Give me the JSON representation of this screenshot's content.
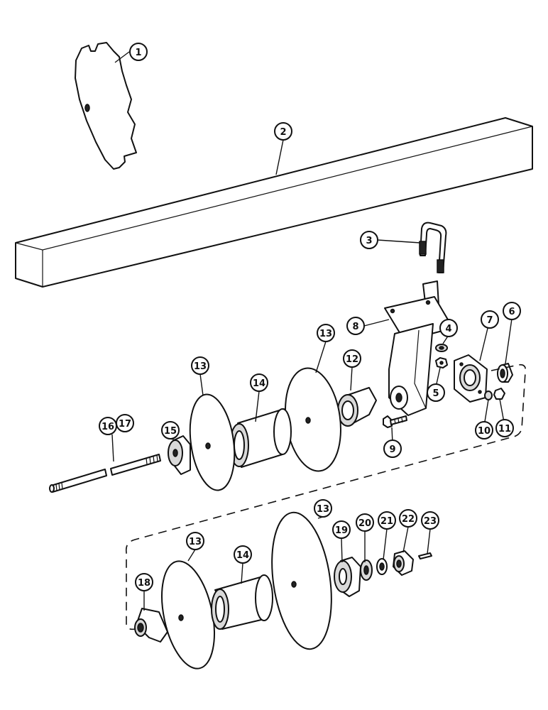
{
  "callouts": {
    "c1": "1",
    "c2": "2",
    "c3": "3",
    "c4": "4",
    "c5": "5",
    "c6": "6",
    "c7": "7",
    "c8": "8",
    "c9": "9",
    "c10": "10",
    "c11": "11",
    "c12": "12",
    "c13a": "13",
    "c13b": "13",
    "c13c": "13",
    "c13d": "13",
    "c14a": "14",
    "c14b": "14",
    "c15": "15",
    "c16": "16",
    "c17": "17",
    "c18": "18",
    "c19": "19",
    "c20": "20",
    "c21": "21",
    "c22": "22",
    "c23": "23"
  }
}
